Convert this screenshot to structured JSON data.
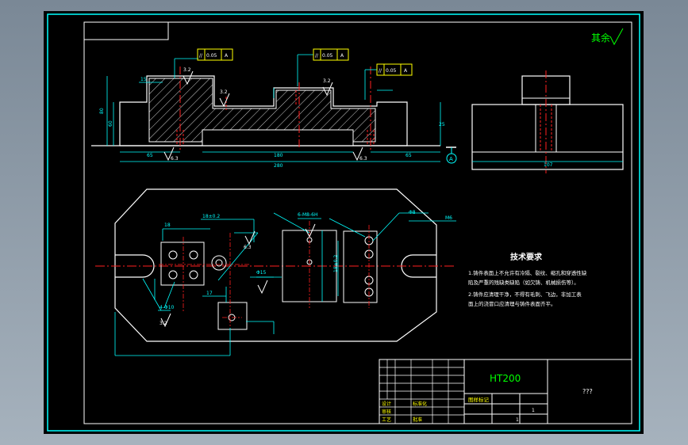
{
  "colors": {
    "background": "#000000",
    "outline": "#ffffff",
    "dimension": "#00ffff",
    "center_line": "#ff2020",
    "hidden_line": "#ff2020",
    "callout_box": "#ffff00",
    "title_text": "#00ff00"
  },
  "roughness_note": "其余",
  "section_view": {
    "tolerance_frames": [
      {
        "symbol": "//",
        "value": "0.05",
        "datum": "A"
      },
      {
        "symbol": "//",
        "value": "0.05",
        "datum": "A"
      },
      {
        "symbol": "//",
        "value": "0.05",
        "datum": "A"
      }
    ],
    "roughness": [
      "3.2",
      "3.2",
      "3.2",
      "6.3",
      "6.3"
    ],
    "dims": {
      "height_total": "80",
      "height_left": "60",
      "depth": "25",
      "width_inner": "180",
      "width_total": "280",
      "base_left": "65",
      "base_right": "65",
      "side_step": "15"
    },
    "datum_label": "A"
  },
  "side_view": {
    "width_label": "107"
  },
  "plan_view": {
    "labels": {
      "box_w": "18",
      "box_h": "18±0.2",
      "holes_left": "4-Φ10",
      "roughness_1": "6.3",
      "roughness_2": "3.2",
      "hole_top": "6-M8-6H",
      "bore": "Φ15",
      "bore_h": "18±0.2",
      "dim_right": "Φ8",
      "left_w": "17",
      "right_w": "M6"
    }
  },
  "tech_req": {
    "title": "技术要求",
    "lines": [
      "1.铸件表面上不允许有冷隔、裂纹、缩孔和穿透性缺",
      "  陷及严重的残缺类缺陷（如欠铸、机械损伤等）。",
      "2.铸件应清理干净，不得有毛刺、飞边，非加工表",
      "  面上的浇冒口应清理与铸件表面齐平。"
    ]
  },
  "title_block": {
    "material": "HT200",
    "name": "???",
    "labels": [
      "设计",
      "标准化",
      "审核",
      "工艺",
      "批准",
      "图样标记"
    ],
    "scale_row": [
      "1",
      "1"
    ]
  }
}
